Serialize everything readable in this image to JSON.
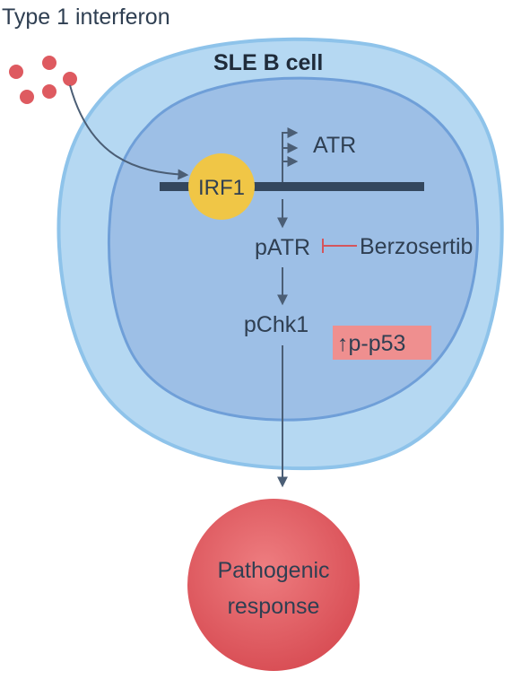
{
  "labels": {
    "stimulus": "Type 1 interferon",
    "cell": "SLE B cell",
    "transcription_factor": "IRF1",
    "gene": "ATR",
    "phospho_atr": "pATR",
    "inhibitor": "Berzosertib",
    "phospho_chk1": "pChk1",
    "p53_effect": "↑p-p53",
    "outcome_line1": "Pathogenic",
    "outcome_line2": "response"
  },
  "colors": {
    "cell_outer": "#b5d8f2",
    "cell_outer_edge": "#8ec3ea",
    "cell_inner": "#9dbfe6",
    "nucleus_edge": "#6f9fd8",
    "dna": "#34475e",
    "irf1": "#f0c646",
    "interferon": "#de5a60",
    "inhibition": "#d4555c",
    "p53_highlight": "#ef8f8f",
    "outcome": "#df5a60",
    "arrow": "#4b5e75"
  }
}
